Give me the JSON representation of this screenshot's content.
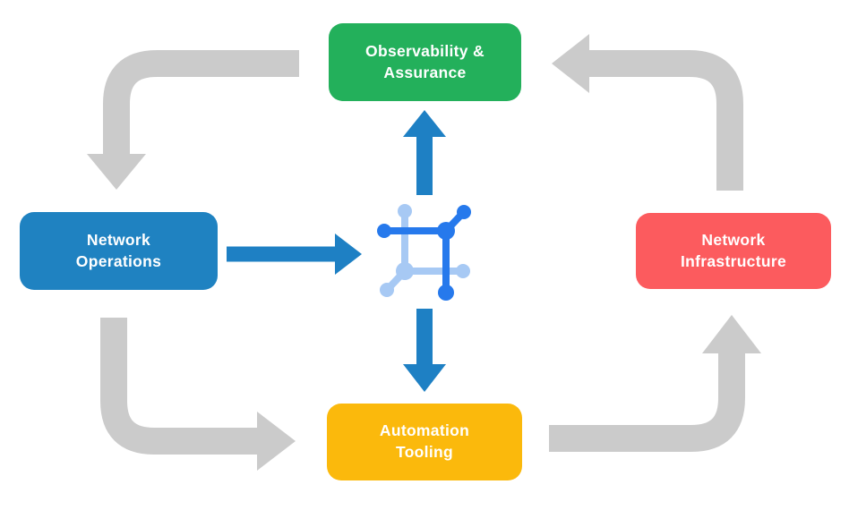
{
  "diagram": {
    "background_color": "#ffffff",
    "nodes": {
      "observability": {
        "lines": [
          "Observability &",
          "Assurance"
        ],
        "color": "#23B05B",
        "text_color": "#ffffff"
      },
      "operations": {
        "lines": [
          "Network",
          "Operations"
        ],
        "color": "#1F82C1",
        "text_color": "#ffffff"
      },
      "infrastructure": {
        "lines": [
          "Network",
          "Infrastructure"
        ],
        "color": "#FC5B5E",
        "text_color": "#ffffff"
      },
      "automation": {
        "lines": [
          "Automation",
          "Tooling"
        ],
        "color": "#FBB90C",
        "text_color": "#ffffff"
      }
    },
    "center_icon": {
      "name": "network-device-icon",
      "color_dark": "#2679EC",
      "color_light": "#A7C9F4"
    },
    "flow_arrows": {
      "color": "#CBCBCB",
      "items": [
        {
          "from": "observability",
          "to": "operations"
        },
        {
          "from": "operations",
          "to": "automation"
        },
        {
          "from": "automation",
          "to": "infrastructure"
        },
        {
          "from": "infrastructure",
          "to": "observability"
        }
      ]
    },
    "center_arrows": {
      "color": "#1E80C4",
      "items": [
        {
          "from": "operations",
          "to": "center-icon"
        },
        {
          "from": "center-icon",
          "to": "observability"
        },
        {
          "from": "center-icon",
          "to": "automation"
        }
      ]
    }
  }
}
